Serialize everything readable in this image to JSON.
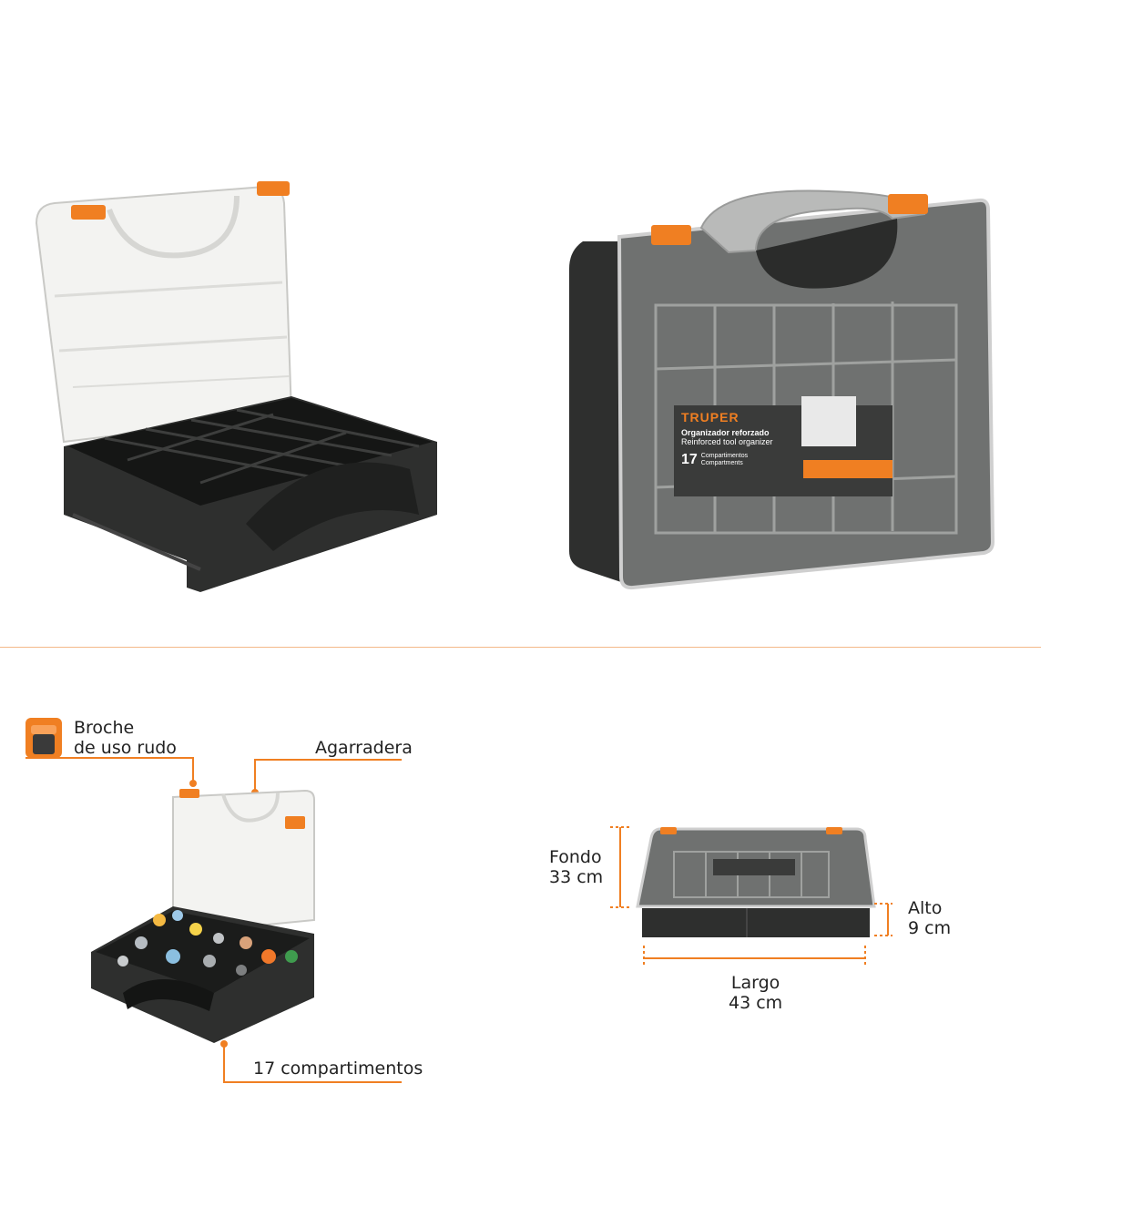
{
  "colors": {
    "orange": "#f07f22",
    "dark_plastic": "#2e2f2e",
    "grey_lid": "#6f7170",
    "clear_lid": "#f3f3f1",
    "divider": "#f4b98a"
  },
  "product_label": {
    "brand": "TRUPER",
    "title_es": "Organizador reforzado",
    "title_en": "Reinforced tool organizer",
    "count": "17",
    "count_es": "Compartimentos",
    "count_en": "Compartments"
  },
  "callouts": {
    "clasp_line1": "Broche",
    "clasp_line2": "de uso rudo",
    "handle": "Agarradera",
    "compartments": "17 compartimentos"
  },
  "dimensions": {
    "depth_label": "Fondo",
    "depth_value": "33 cm",
    "height_label": "Alto",
    "height_value": "9 cm",
    "length_label": "Largo",
    "length_value": "43 cm"
  }
}
